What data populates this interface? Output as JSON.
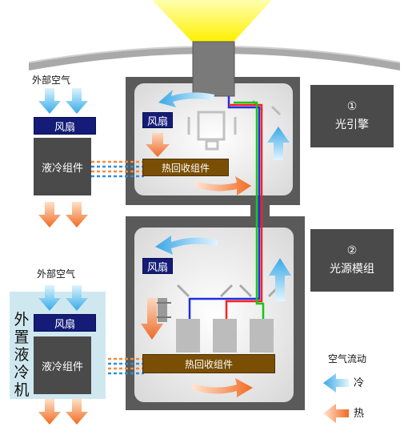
{
  "top_unit": {
    "outside_air": "外部空气",
    "fan": "风扇",
    "liquid_cooling": "液冷组件",
    "inner_fan": "风扇",
    "heat_recovery": "热回收组件"
  },
  "bottom_unit": {
    "outside_air": "外部空气",
    "fan": "风扇",
    "liquid_cooling": "液冷组件",
    "external_label": "外置液冷机",
    "inner_fan": "风扇",
    "heat_recovery": "热回收组件"
  },
  "light_engine": {
    "number": "①",
    "label": "光引擎"
  },
  "light_source": {
    "number": "②",
    "label": "光源模组"
  },
  "legend": {
    "title": "空气流动",
    "cold": "冷",
    "hot": "热"
  },
  "colors": {
    "dark_box": "#4a4a4a",
    "fan": "#141c78",
    "heat_recovery": "#7a4f05",
    "cold_arrow": "#3fb2ec",
    "hot_arrow": "#f07a36",
    "enclosure_gray": "#5a5a5a",
    "panel_light": "#e8e8e8",
    "beam_yellow": "#fff200",
    "light_red": "#ff2020",
    "light_green": "#17c817",
    "light_blue": "#1f2fe0"
  }
}
